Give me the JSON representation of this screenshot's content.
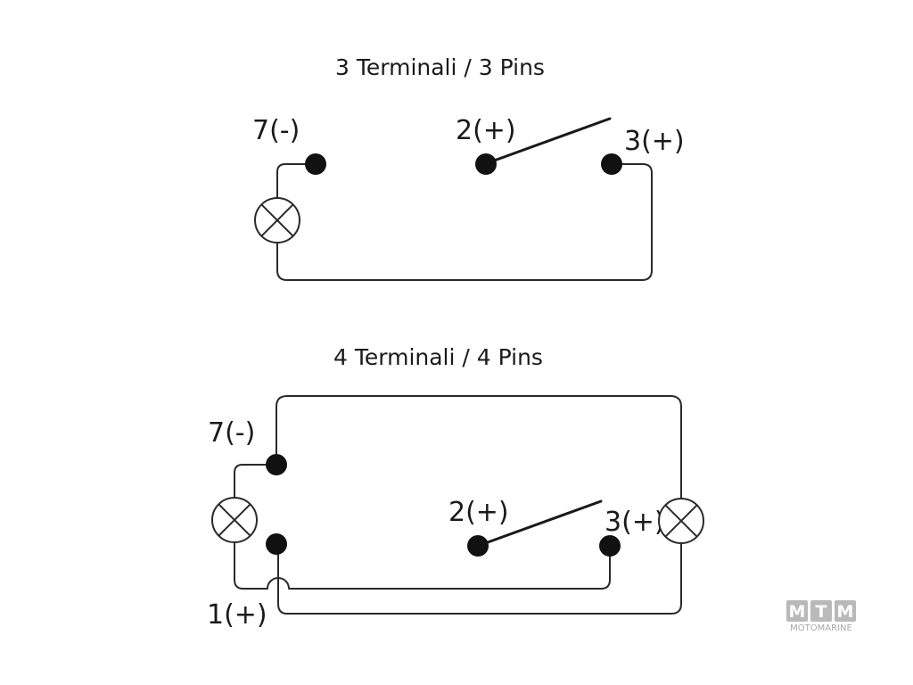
{
  "diagram_3pin": {
    "title": "3 Terminali / 3 Pins",
    "pins": {
      "p7": "7(-)",
      "p2": "2(+)",
      "p3": "3(+)"
    }
  },
  "diagram_4pin": {
    "title": "4 Terminali / 4 Pins",
    "pins": {
      "p7": "7(-)",
      "p2": "2(+)",
      "p3": "3(+)",
      "p1": "1(+)"
    }
  },
  "watermark": {
    "letters": [
      "M",
      "T",
      "M"
    ],
    "subtitle": "MOTOMARINE"
  },
  "icons": {
    "lamp": "lamp-icon",
    "switch": "switch-lever-icon"
  }
}
